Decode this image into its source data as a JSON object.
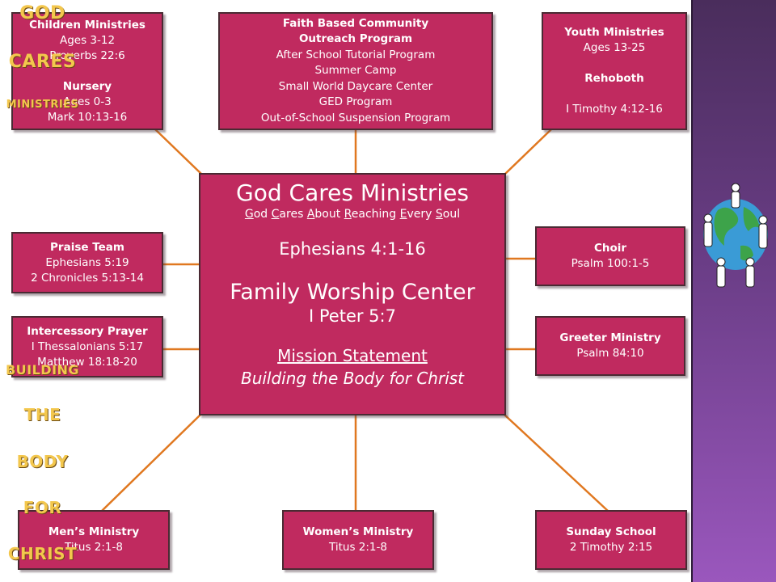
{
  "center": {
    "title": "God Cares Ministries",
    "motto_parts": [
      {
        "initial": "G",
        "rest": "od "
      },
      {
        "initial": "C",
        "rest": "ares "
      },
      {
        "initial": "A",
        "rest": "bout "
      },
      {
        "initial": "R",
        "rest": "eaching "
      },
      {
        "initial": "E",
        "rest": "very "
      },
      {
        "initial": "S",
        "rest": "oul"
      }
    ],
    "verse": "Ephesians 4:1-16",
    "church": "Family Worship Center",
    "church_verse": "I Peter 5:7",
    "mission_label": "Mission Statement",
    "mission_text": "Building the Body for Christ"
  },
  "boxes": {
    "children": {
      "title": "Children Ministries",
      "line1": "Ages 3-12",
      "line2": "Proverbs 22:6",
      "title2": "Nursery",
      "line3": "Ages 0-3",
      "line4": "Mark 10:13-16"
    },
    "outreach": {
      "title": "Faith Based Community Outreach Program",
      "items": [
        "After School Tutorial Program",
        "Summer Camp",
        "Small World Daycare Center",
        "GED Program",
        "Out-of-School Suspension Program"
      ]
    },
    "youth": {
      "title": "Youth Ministries",
      "line1": "Ages 13-25",
      "title2": "Rehoboth",
      "line2": "I Timothy 4:12-16"
    },
    "praise": {
      "title": "Praise Team",
      "line1": "Ephesians 5:19",
      "line2": "2 Chronicles 5:13-14"
    },
    "intercessory": {
      "title": "Intercessory Prayer",
      "line1": "I Thessalonians 5:17",
      "line2": "Matthew 18:18-20"
    },
    "choir": {
      "title": "Choir",
      "line1": "Psalm 100:1-5"
    },
    "greeter": {
      "title": "Greeter Ministry",
      "line1": "Psalm 84:10"
    },
    "men": {
      "title": "Men’s Ministry",
      "line1": "Titus 2:1-8"
    },
    "women": {
      "title": "Women’s Ministry",
      "line1": "Titus 2:1-8"
    },
    "sunday": {
      "title": "Sunday School",
      "line1": "2 Timothy 2:15"
    }
  },
  "sidebar": {
    "top_words": [
      "GOD",
      "CARES",
      "MINISTRIES"
    ],
    "bottom_words": [
      "BUILDING",
      "THE",
      "BODY",
      "FOR",
      "CHRIST"
    ],
    "globe_icon": "globe-with-people-icon"
  },
  "colors": {
    "box_fill": "#c02a5f",
    "connector": "#e07820",
    "sidebar_text": "#f3c74d"
  }
}
